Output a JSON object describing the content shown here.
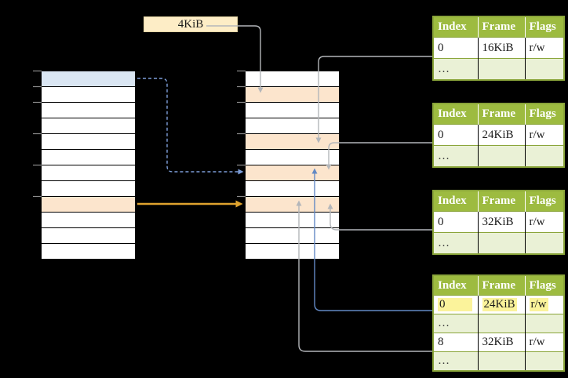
{
  "page_size_label": "4KiB",
  "colors": {
    "background": "#000000",
    "cell_white": "#ffffff",
    "cell_border_black": "#000000",
    "text_black": "#1a1a1a",
    "virtual_mapped_blue": "#dae6f3",
    "mapped_orange": "#fce5cd",
    "size_label_bg": "#fdedc6",
    "size_label_border": "#e3d4a4",
    "table_header_green": "#9dbb40",
    "table_border_green": "#8aa53a",
    "table_row_alt_green": "#eaf1d6",
    "table_header_text": "#ffffff",
    "highlight_yellow": "#fbf39b",
    "connector_gray": "#b3b6ba",
    "connector_blue": "#6389c4",
    "connector_dashed_blue": "#7d9ed9",
    "connector_orange": "#dfa32e",
    "tick_gray": "#8c8c8c"
  },
  "virtual_memory": {
    "rows": [
      "blue",
      "white",
      "white",
      "white",
      "white",
      "white",
      "white",
      "white",
      "orange",
      "white",
      "white",
      "white"
    ]
  },
  "physical_memory": {
    "rows": [
      "white",
      "orange",
      "white",
      "white",
      "orange",
      "white",
      "orange",
      "white",
      "orange",
      "white",
      "white",
      "white"
    ]
  },
  "page_tables": [
    {
      "headers": [
        "Index",
        "Frame",
        "Flags"
      ],
      "rows": [
        {
          "type": "data",
          "cells": [
            "0",
            "16KiB",
            "r/w"
          ],
          "highlight": false
        },
        {
          "type": "ellipsis",
          "cells": [
            "…",
            "",
            ""
          ],
          "highlight": false
        }
      ]
    },
    {
      "headers": [
        "Index",
        "Frame",
        "Flags"
      ],
      "rows": [
        {
          "type": "data",
          "cells": [
            "0",
            "24KiB",
            "r/w"
          ],
          "highlight": false
        },
        {
          "type": "ellipsis",
          "cells": [
            "…",
            "",
            ""
          ],
          "highlight": false
        }
      ]
    },
    {
      "headers": [
        "Index",
        "Frame",
        "Flags"
      ],
      "rows": [
        {
          "type": "data",
          "cells": [
            "0",
            "32KiB",
            "r/w"
          ],
          "highlight": false
        },
        {
          "type": "ellipsis",
          "cells": [
            "…",
            "",
            ""
          ],
          "highlight": false
        }
      ]
    },
    {
      "headers": [
        "Index",
        "Frame",
        "Flags"
      ],
      "rows": [
        {
          "type": "data",
          "cells": [
            "0",
            "24KiB",
            "r/w"
          ],
          "highlight": true
        },
        {
          "type": "ellipsis",
          "cells": [
            "…",
            "",
            ""
          ],
          "highlight": false
        },
        {
          "type": "data",
          "cells": [
            "8",
            "32KiB",
            "r/w"
          ],
          "highlight": false
        },
        {
          "type": "ellipsis",
          "cells": [
            "…",
            "",
            ""
          ],
          "highlight": false
        }
      ]
    }
  ],
  "connectors": [
    {
      "from": "page-size-label",
      "to": "physical-frame-4KiB",
      "style": "gray"
    },
    {
      "from": "page-table-1-frame-16KiB",
      "to": "physical-frame-16KiB",
      "style": "gray"
    },
    {
      "from": "page-table-2-frame-24KiB",
      "to": "physical-frame-24KiB",
      "style": "gray"
    },
    {
      "from": "page-table-3-frame-32KiB",
      "to": "physical-frame-32KiB",
      "style": "gray"
    },
    {
      "from": "page-table-4-frame-24KiB",
      "to": "physical-frame-24KiB",
      "style": "blue"
    },
    {
      "from": "page-table-4-frame-32KiB",
      "to": "physical-frame-32KiB",
      "style": "gray"
    },
    {
      "from": "virtual-row-0",
      "to": "physical-frame-24KiB",
      "style": "dashed-blue"
    },
    {
      "from": "virtual-row-8",
      "to": "physical-frame-32KiB",
      "style": "orange"
    }
  ]
}
